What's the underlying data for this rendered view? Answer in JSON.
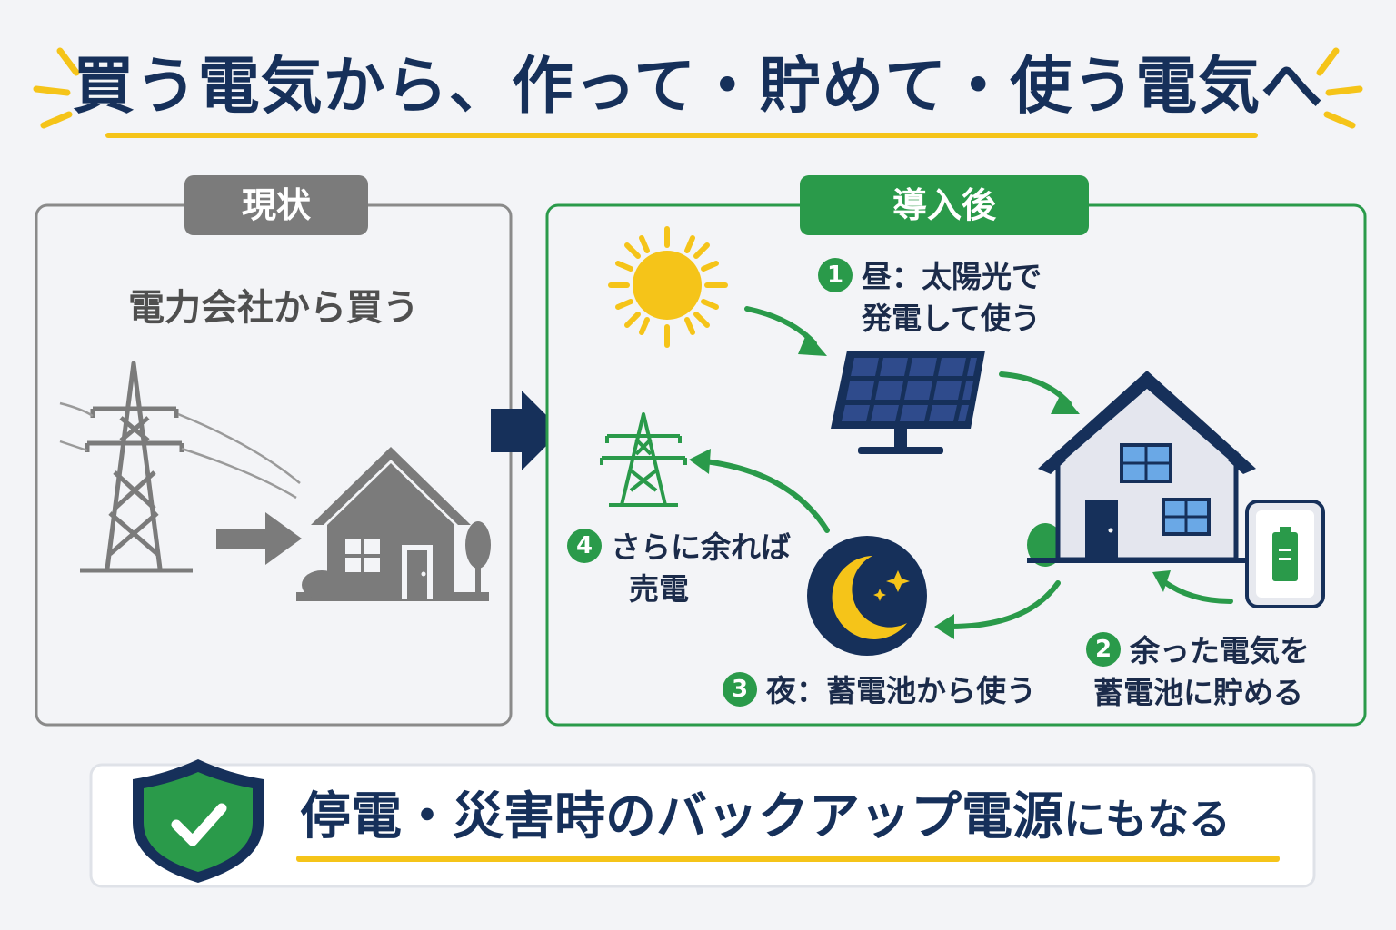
{
  "header": {
    "title": "買う電気から、作って・貯めて・使う電気へ"
  },
  "before": {
    "tag": "現状",
    "subtitle": "電力会社から買う"
  },
  "after": {
    "tag": "導入後",
    "steps": [
      {
        "number": "1",
        "line1": "昼：太陽光で",
        "line2": "発電して使う"
      },
      {
        "number": "2",
        "line1": "余った電気を",
        "line2": "蓄電池に貯める"
      },
      {
        "number": "3",
        "line1": "夜：蓄電池から使う"
      },
      {
        "number": "4",
        "line1": "さらに余れば",
        "line2": "売電"
      }
    ]
  },
  "footer": {
    "text_main": "停電・災害時のバックアップ電源",
    "text_tail": "にもなる"
  },
  "colors": {
    "navy": "#16305a",
    "green": "#2a9a4a",
    "gray": "#7b7b7b",
    "yellow": "#f5c419"
  },
  "icons": [
    "sun-icon",
    "solar-panel-icon",
    "house-icon",
    "battery-icon",
    "moon-icon",
    "power-tower-icon",
    "shield-check-icon",
    "arrow-right-icon"
  ]
}
